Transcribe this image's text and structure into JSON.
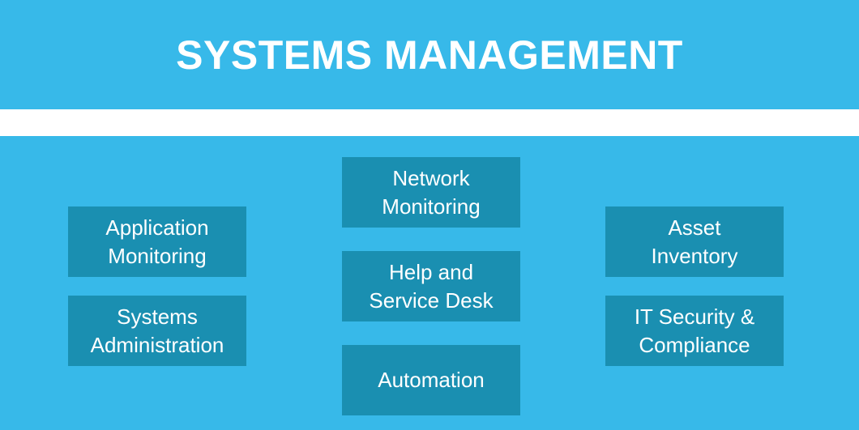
{
  "header": {
    "title": "SYSTEMS MANAGEMENT"
  },
  "boxes": {
    "application_monitoring": "Application\nMonitoring",
    "systems_administration": "Systems\nAdministration",
    "network_monitoring": "Network\nMonitoring",
    "help_and_service_desk": "Help and\nService Desk",
    "automation": "Automation",
    "asset_inventory": "Asset\nInventory",
    "it_security_compliance": "IT Security &\nCompliance"
  },
  "colors": {
    "banner": "#37b9e9",
    "box": "#1a8fb1",
    "text": "#ffffff"
  }
}
